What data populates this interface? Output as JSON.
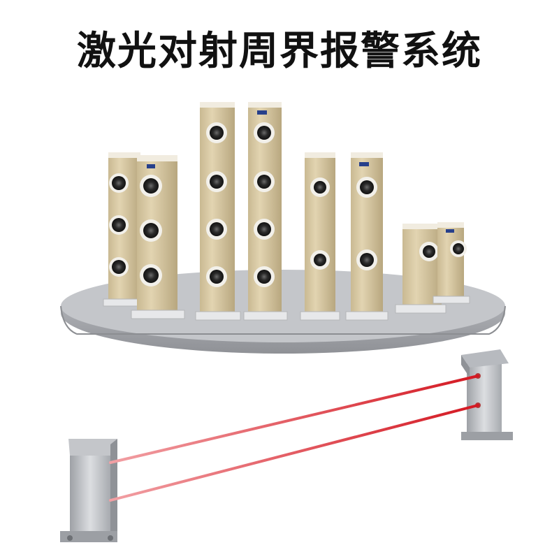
{
  "title": "激光对射周界报警系统",
  "colors": {
    "beige_post": "#d8c8a3",
    "beige_shadow": "#b9a983",
    "platform": "#b5b7bb",
    "laser": "#e0202a",
    "steel": "#c7c9cc"
  },
  "products": [
    {
      "name": "3-beam-pair-left"
    },
    {
      "name": "4-beam-pair"
    },
    {
      "name": "2-beam-pair"
    },
    {
      "name": "1-beam-pair-small"
    }
  ],
  "illustration": {
    "beams": 2
  }
}
